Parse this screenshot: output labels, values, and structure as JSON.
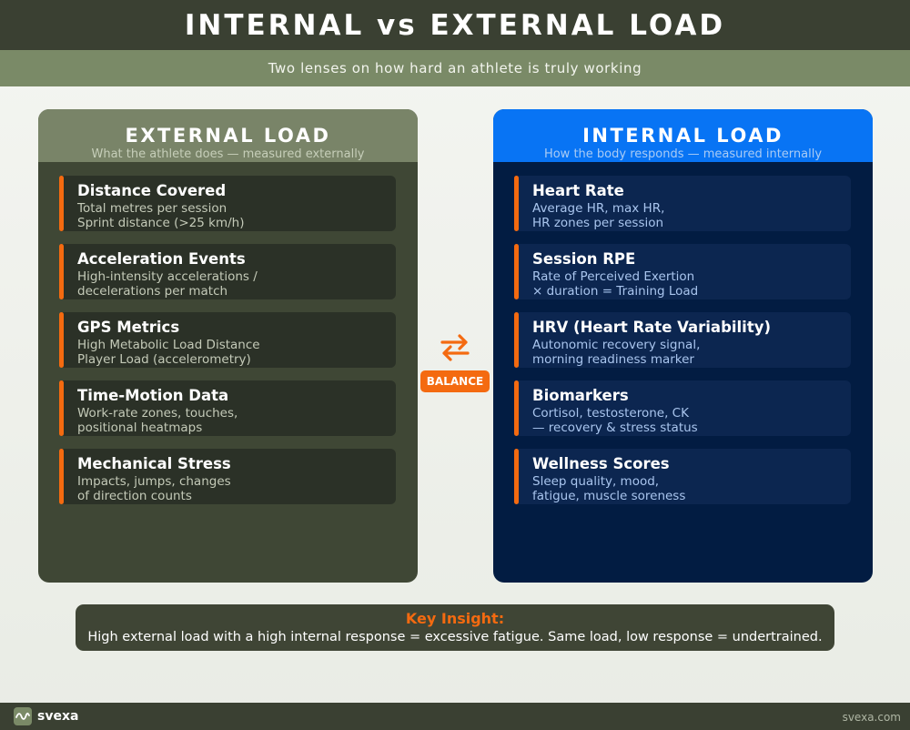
{
  "header": {
    "title": "INTERNAL vs EXTERNAL LOAD",
    "subtitle": "Two lenses on how hard an athlete is truly working"
  },
  "external": {
    "title": "EXTERNAL LOAD",
    "subtitle": "What the athlete does — measured externally",
    "items": [
      {
        "title": "Distance Covered",
        "line1": "Total metres per session",
        "line2": "Sprint distance (>25 km/h)"
      },
      {
        "title": "Acceleration Events",
        "line1": "High-intensity accelerations /",
        "line2": "decelerations per match"
      },
      {
        "title": "GPS Metrics",
        "line1": "High Metabolic Load Distance",
        "line2": "Player Load (accelerometry)"
      },
      {
        "title": "Time-Motion Data",
        "line1": "Work-rate zones, touches,",
        "line2": "positional heatmaps"
      },
      {
        "title": "Mechanical Stress",
        "line1": "Impacts, jumps, changes",
        "line2": "of direction counts"
      }
    ]
  },
  "internal": {
    "title": "INTERNAL LOAD",
    "subtitle": "How the body responds — measured internally",
    "items": [
      {
        "title": "Heart Rate",
        "line1": "Average HR, max HR,",
        "line2": "HR zones per session"
      },
      {
        "title": "Session RPE",
        "line1": "Rate of Perceived Exertion",
        "line2": "× duration = Training Load"
      },
      {
        "title": "HRV (Heart Rate Variability)",
        "line1": "Autonomic recovery signal,",
        "line2": "morning readiness marker"
      },
      {
        "title": "Biomarkers",
        "line1": "Cortisol, testosterone, CK",
        "line2": "— recovery & stress status"
      },
      {
        "title": "Wellness Scores",
        "line1": "Sleep quality, mood,",
        "line2": "fatigue, muscle soreness"
      }
    ]
  },
  "center": {
    "icon": "exchange-arrows-icon",
    "badge": "BALANCE"
  },
  "insight": {
    "title": "Key Insight:",
    "text": "High external load with a high internal response = excessive fatigue. Same load, low response = undertrained."
  },
  "footer": {
    "brand": "svexa",
    "url": "svexa.com"
  },
  "colors": {
    "accent": "#f46a10",
    "external_header": "#798468",
    "internal_header": "#0874f4",
    "dark_olive": "#3a4032"
  }
}
